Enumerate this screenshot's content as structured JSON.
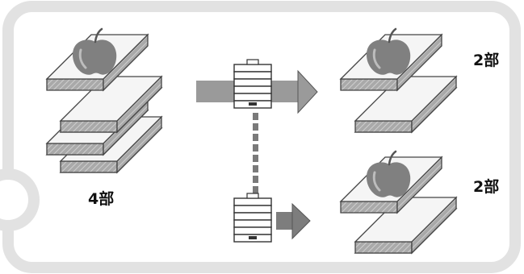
{
  "labels": {
    "source_copies": "4部",
    "output_top_copies": "2部",
    "output_bottom_copies": "2部"
  },
  "icons": {
    "page_motif": "apple-icon",
    "machine": "printer-icon",
    "flow": "arrow-right-icon"
  },
  "colors": {
    "frame": "#e2e2e2",
    "paper": "#f5f5f5",
    "apple": "#808080",
    "arrow_top": "#9a9a9a",
    "arrow_bottom": "#7d7d7d",
    "dashed_link": "#7a7a7a"
  }
}
